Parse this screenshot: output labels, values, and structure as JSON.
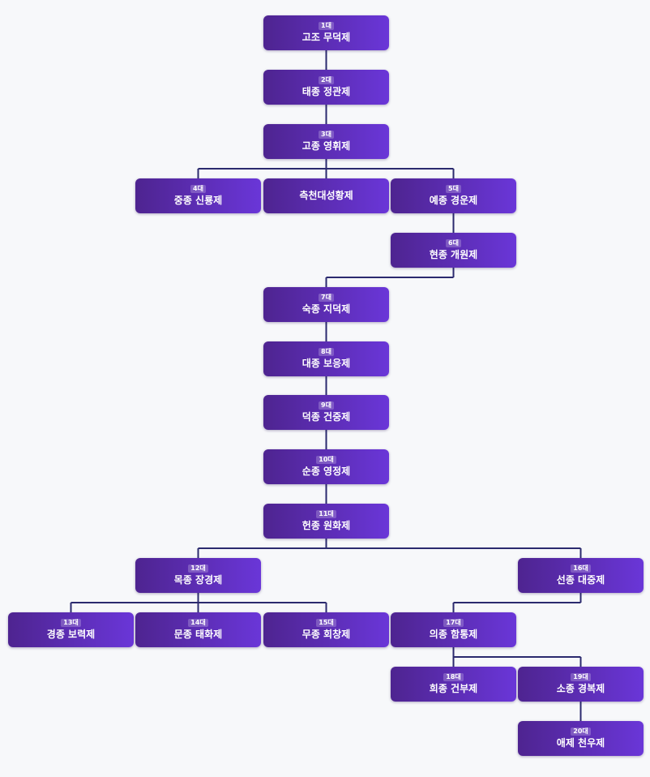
{
  "nodes": [
    {
      "id": "n1",
      "badge": "1대",
      "name": "고조 무덕제"
    },
    {
      "id": "n2",
      "badge": "2대",
      "name": "태종 정관제"
    },
    {
      "id": "n3",
      "badge": "3대",
      "name": "고종 영휘제"
    },
    {
      "id": "n4",
      "badge": "4대",
      "name": "중종 신룡제"
    },
    {
      "id": "nw",
      "badge": "",
      "name": "측천대성황제"
    },
    {
      "id": "n5",
      "badge": "5대",
      "name": "예종 경운제"
    },
    {
      "id": "n6",
      "badge": "6대",
      "name": "현종 개원제"
    },
    {
      "id": "n7",
      "badge": "7대",
      "name": "숙종 지덕제"
    },
    {
      "id": "n8",
      "badge": "8대",
      "name": "대종 보응제"
    },
    {
      "id": "n9",
      "badge": "9대",
      "name": "덕종 건중제"
    },
    {
      "id": "n10",
      "badge": "10대",
      "name": "순종 영정제"
    },
    {
      "id": "n11",
      "badge": "11대",
      "name": "헌종 원화제"
    },
    {
      "id": "n12",
      "badge": "12대",
      "name": "목종 장경제"
    },
    {
      "id": "n16",
      "badge": "16대",
      "name": "선종 대중제"
    },
    {
      "id": "n13",
      "badge": "13대",
      "name": "경종 보력제"
    },
    {
      "id": "n14",
      "badge": "14대",
      "name": "문종 태화제"
    },
    {
      "id": "n15",
      "badge": "15대",
      "name": "무종 회창제"
    },
    {
      "id": "n17",
      "badge": "17대",
      "name": "의종 함통제"
    },
    {
      "id": "n18",
      "badge": "18대",
      "name": "희종 건부제"
    },
    {
      "id": "n19",
      "badge": "19대",
      "name": "소종 경복제"
    },
    {
      "id": "n20",
      "badge": "20대",
      "name": "애제 천우제"
    }
  ],
  "edges": [
    [
      "n1",
      "n2"
    ],
    [
      "n2",
      "n3"
    ],
    [
      "n3",
      "n4"
    ],
    [
      "n3",
      "nw"
    ],
    [
      "n3",
      "n5"
    ],
    [
      "n5",
      "n6"
    ],
    [
      "n6",
      "n7"
    ],
    [
      "n7",
      "n8"
    ],
    [
      "n8",
      "n9"
    ],
    [
      "n9",
      "n10"
    ],
    [
      "n10",
      "n11"
    ],
    [
      "n11",
      "n12"
    ],
    [
      "n11",
      "n16"
    ],
    [
      "n12",
      "n13"
    ],
    [
      "n12",
      "n14"
    ],
    [
      "n12",
      "n15"
    ],
    [
      "n16",
      "n17"
    ],
    [
      "n17",
      "n18"
    ],
    [
      "n17",
      "n19"
    ],
    [
      "n19",
      "n20"
    ]
  ],
  "colors": {
    "node_start": "#4e2490",
    "node_end": "#6a36d8",
    "line": "#2b2a6e",
    "background": "#f7f8fa"
  }
}
